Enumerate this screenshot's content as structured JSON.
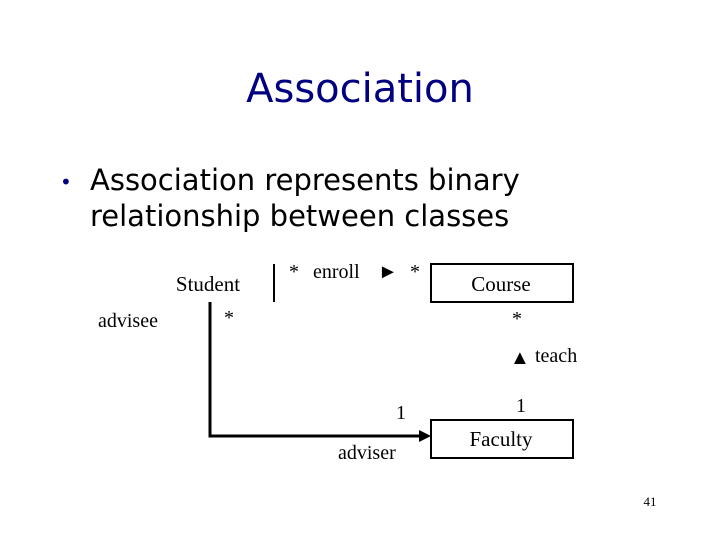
{
  "slide": {
    "title": "Association",
    "bullet": "Association represents binary relationship between classes",
    "page_number": "41"
  },
  "diagram": {
    "classes": {
      "student": "Student",
      "course": "Course",
      "faculty": "Faculty"
    },
    "associations": {
      "enroll": {
        "name": "enroll",
        "direction": "►",
        "student_mult": "*",
        "course_mult": "*"
      },
      "teach": {
        "name": "teach",
        "direction": "▲",
        "course_mult": "*",
        "faculty_mult": "1"
      },
      "advise": {
        "student_role": "advisee",
        "student_mult": "*",
        "faculty_role": "adviser",
        "faculty_mult": "1"
      }
    }
  }
}
